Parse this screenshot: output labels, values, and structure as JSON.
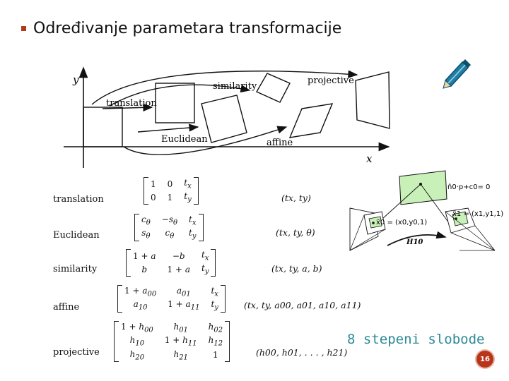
{
  "title": "Određivanje parametara transformacije",
  "diagram": {
    "axis_x": "x",
    "axis_y": "y",
    "labels": {
      "translation": "translation",
      "similarity": "similarity",
      "projective": "projective",
      "euclidean": "Euclidean",
      "affine": "affine"
    }
  },
  "rows": [
    {
      "label": "translation",
      "params": "(tx, ty)"
    },
    {
      "label": "Euclidean",
      "params": "(tx, ty, θ)"
    },
    {
      "label": "similarity",
      "params": "(tx, ty, a, b)"
    },
    {
      "label": "affine",
      "params": "(tx, ty, a00, a01, a10, a11)"
    },
    {
      "label": "projective",
      "params": "(h00, h01, . . . , h21)"
    }
  ],
  "homography": {
    "plane_eq": "n̂0·p+c0= 0",
    "x0": "x̃0 = (x0,y0,1)",
    "x1": "x̃1 = (x1,y1,1)",
    "H": "H10"
  },
  "dof_text": "8 stepeni slobode",
  "page_number": "16",
  "colors": {
    "bullet": "#b13a1a",
    "accent": "#2c8a98",
    "plane": "#c8f0b8",
    "badge": "#b8351c"
  },
  "icons": {
    "pencil": "pencil-icon"
  }
}
